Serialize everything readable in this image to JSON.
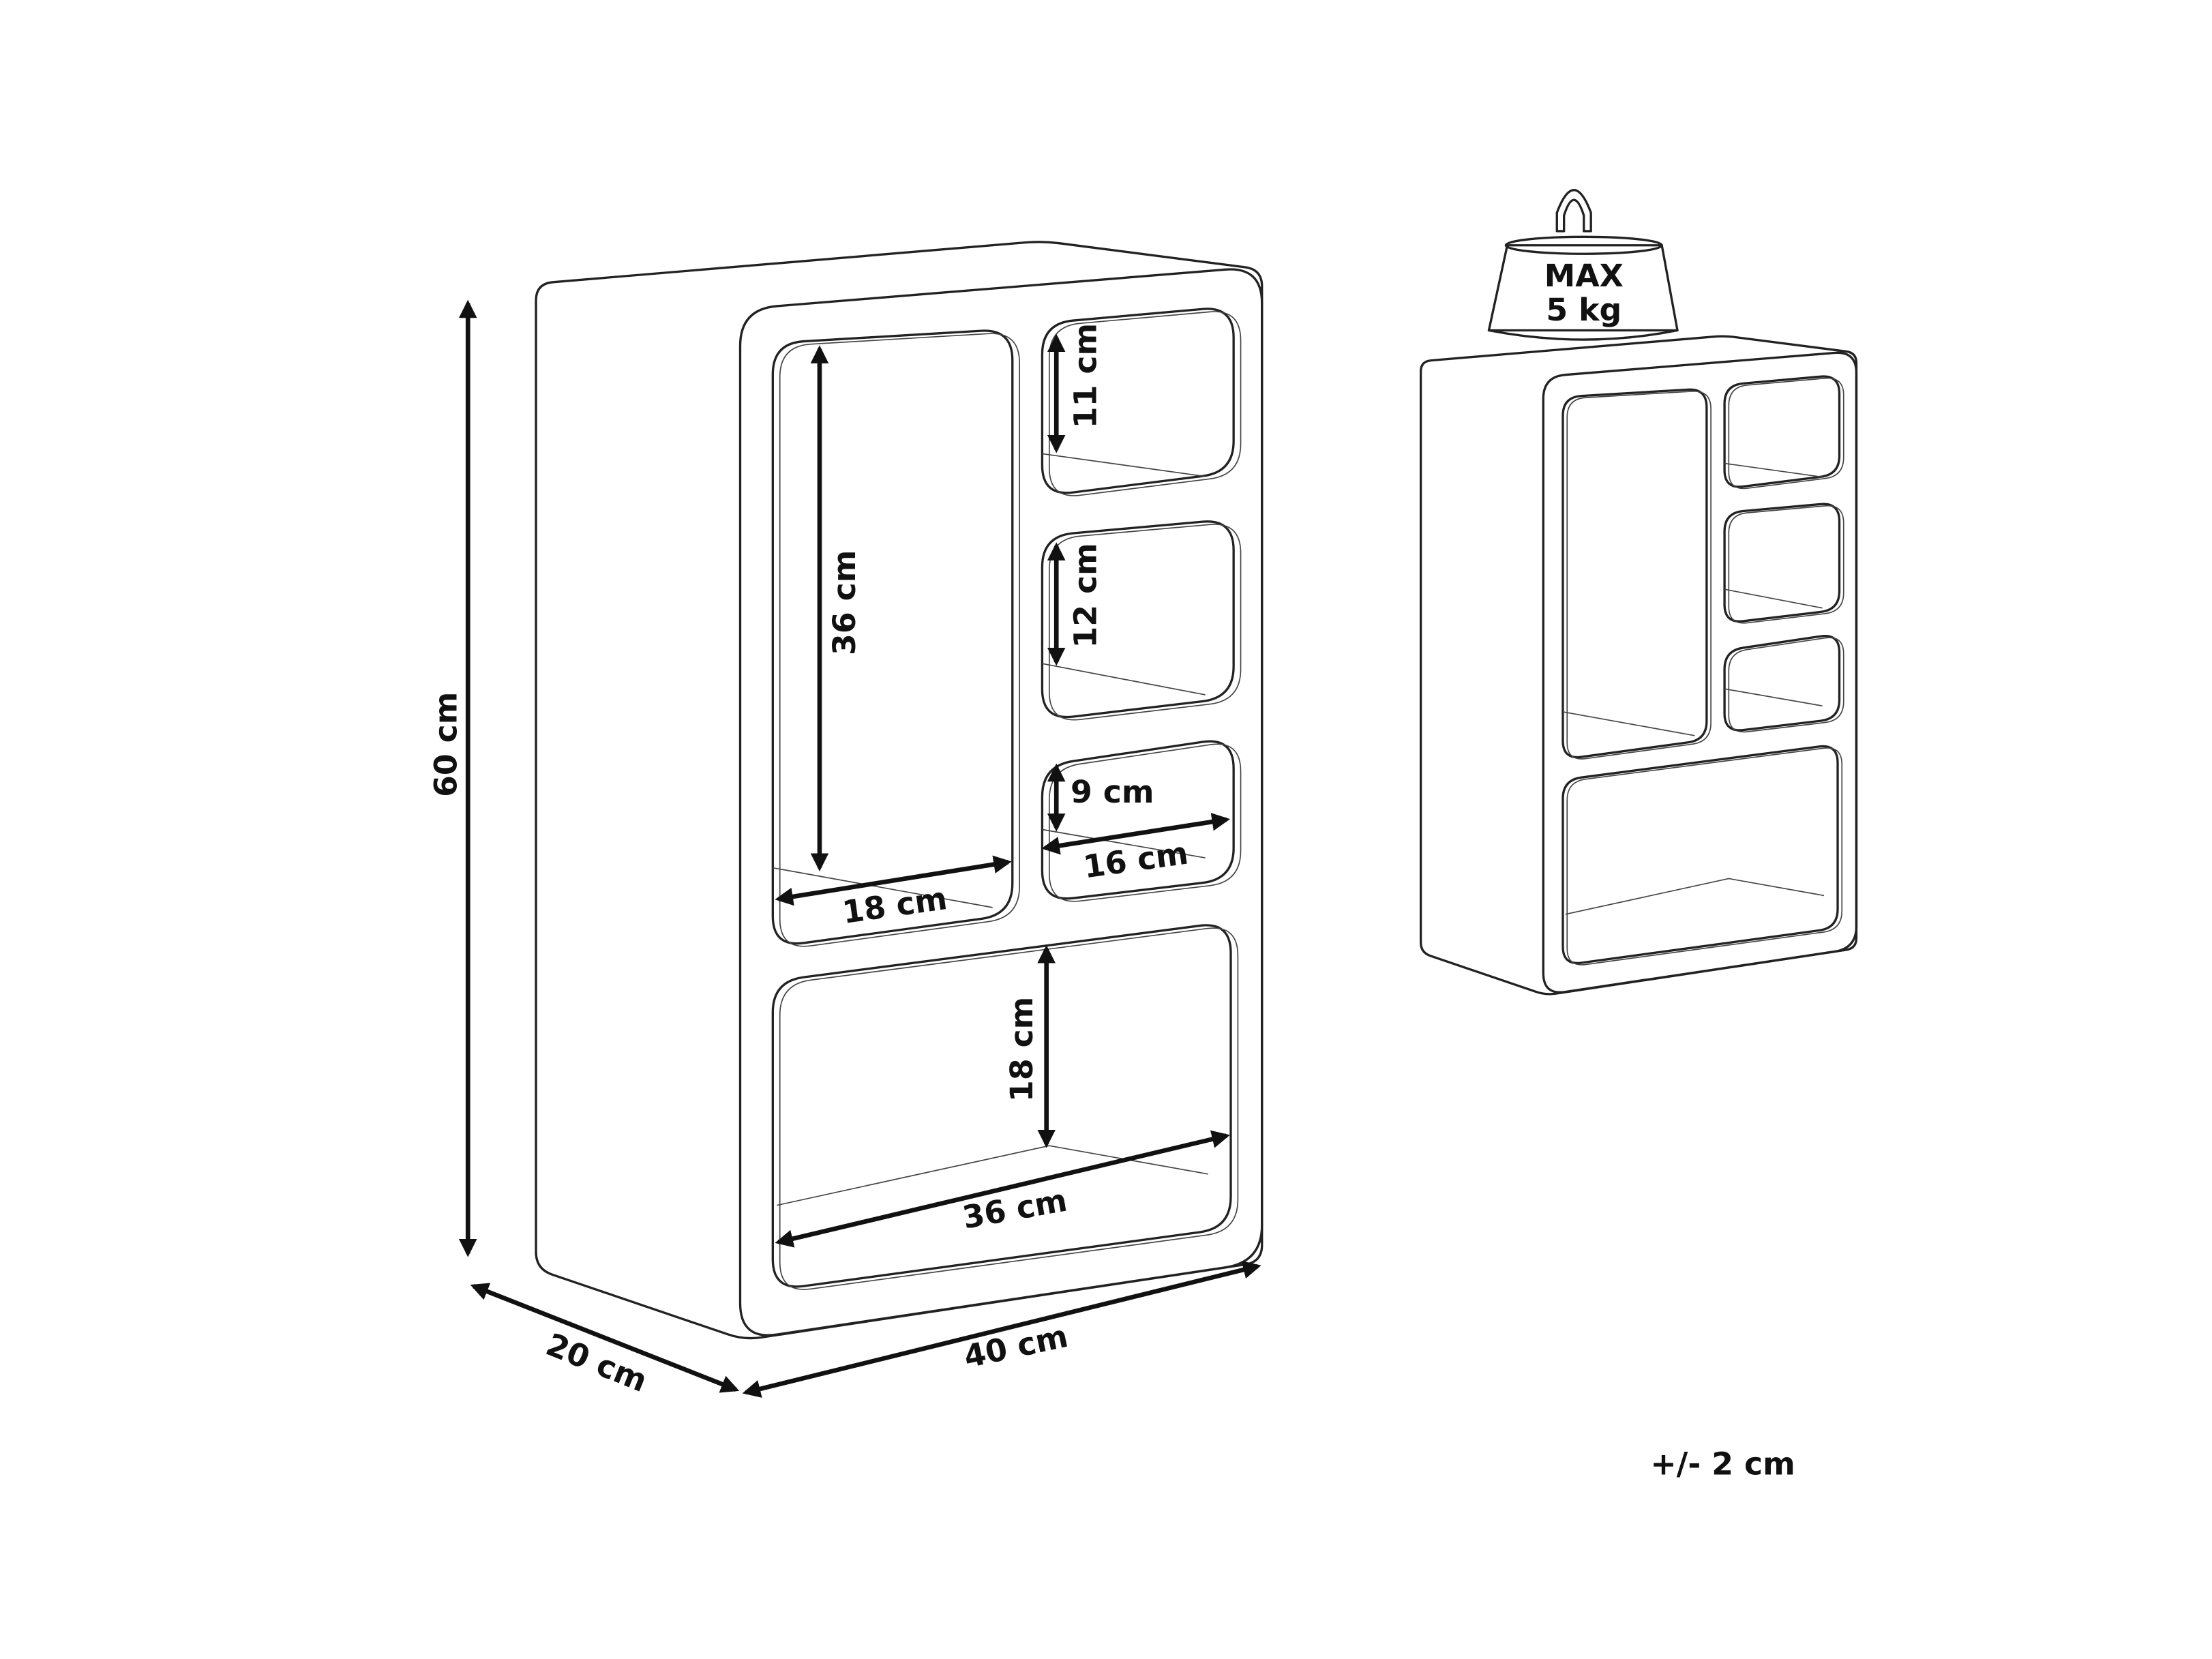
{
  "diagram": {
    "type": "product-dimension-drawing",
    "dimensions": {
      "height": "60 cm",
      "depth": "20 cm",
      "width": "40 cm",
      "tall_compartment_height": "36 cm",
      "tall_compartment_width": "18 cm",
      "top_right_height": "11 cm",
      "middle_right_height": "12 cm",
      "lower_right_height": "9 cm",
      "lower_right_width": "16 cm",
      "bottom_height": "18 cm",
      "bottom_width": "36 cm"
    },
    "max_load": {
      "line1": "MAX",
      "line2": "5 kg"
    },
    "tolerance": "+/- 2 cm"
  }
}
